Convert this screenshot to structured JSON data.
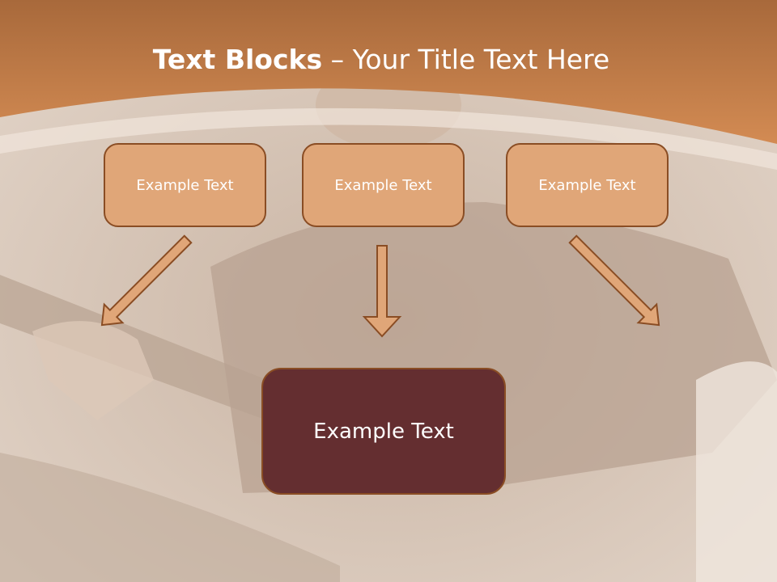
{
  "title": {
    "bold": "Text Blocks",
    "rest": " – Your Title Text Here"
  },
  "blocks": [
    {
      "label": "Example Text"
    },
    {
      "label": "Example Text"
    },
    {
      "label": "Example Text"
    }
  ],
  "target": {
    "label": "Example Text"
  },
  "colors": {
    "header": "#c87d45",
    "block_fill": "#e0a678",
    "block_border": "#8a4d24",
    "target_fill": "#642e30",
    "arrow_fill": "#e0a678"
  }
}
